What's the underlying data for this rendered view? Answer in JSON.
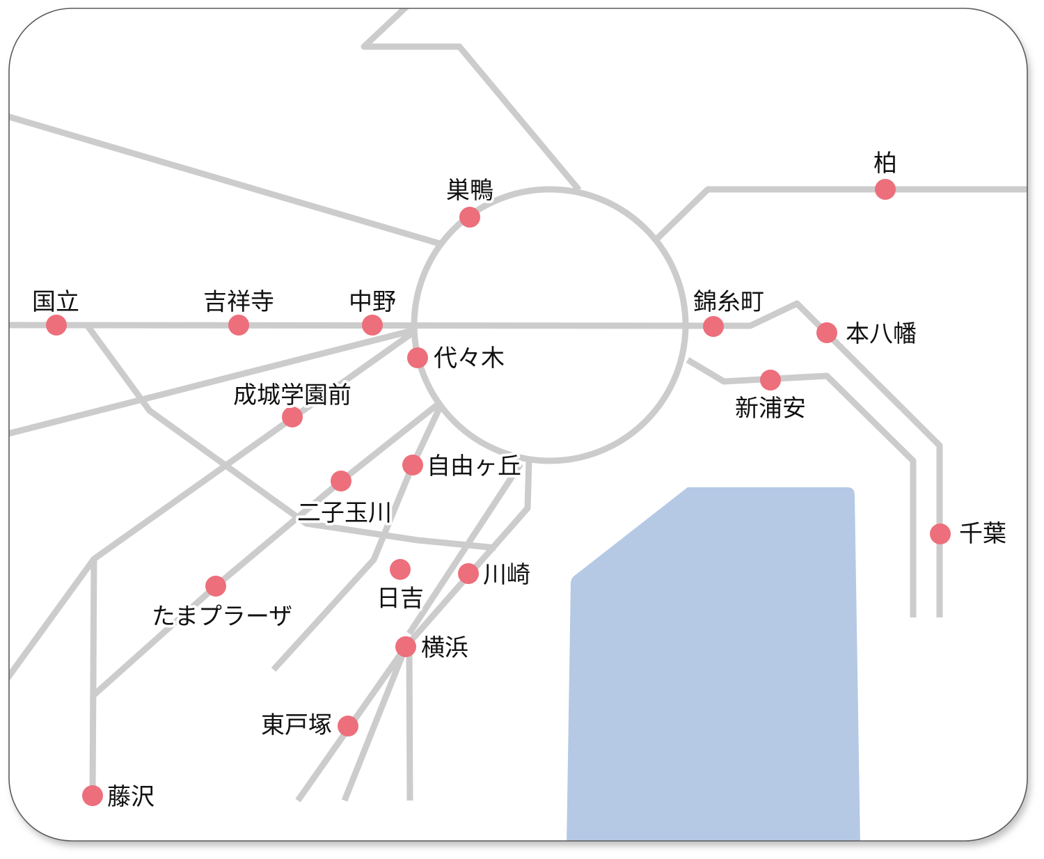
{
  "colors": {
    "rail_line": "#cccccc",
    "station": "#ec6f7b",
    "water": "#b5c9e5",
    "frame": "#5a5a5a",
    "background": "#ffffff"
  },
  "stations": [
    {
      "name": "巣鴨"
    },
    {
      "name": "柏"
    },
    {
      "name": "国立"
    },
    {
      "name": "吉祥寺"
    },
    {
      "name": "中野"
    },
    {
      "name": "錦糸町"
    },
    {
      "name": "本八幡"
    },
    {
      "name": "代々木"
    },
    {
      "name": "新浦安"
    },
    {
      "name": "成城学園前"
    },
    {
      "name": "自由ヶ丘"
    },
    {
      "name": "二子玉川"
    },
    {
      "name": "千葉"
    },
    {
      "name": "日吉"
    },
    {
      "name": "川崎"
    },
    {
      "name": "たまプラーザ"
    },
    {
      "name": "横浜"
    },
    {
      "name": "東戸塚"
    },
    {
      "name": "藤沢"
    }
  ]
}
